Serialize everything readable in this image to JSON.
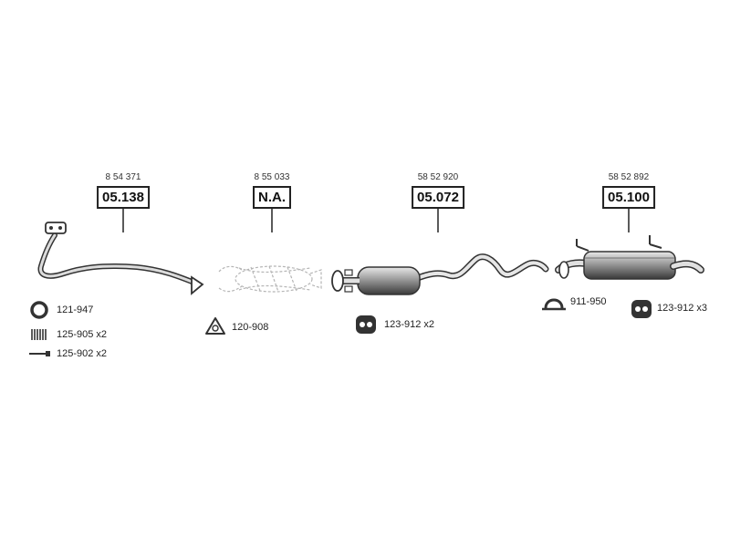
{
  "sections": [
    {
      "oem_number": "8 54 371",
      "part_number": "05.138",
      "component_icon": "front-pipe-icon",
      "accessories": [
        {
          "icon": "gasket-ring-icon",
          "label": "121-947"
        },
        {
          "icon": "spring-icon",
          "label": "125-905 x2"
        },
        {
          "icon": "bolt-icon",
          "label": "125-902 x2"
        }
      ]
    },
    {
      "oem_number": "8 55 033",
      "part_number": "N.A.",
      "component_icon": "catalytic-converter-icon",
      "accessories": [
        {
          "icon": "flange-gasket-icon",
          "label": "120-908"
        }
      ]
    },
    {
      "oem_number": "58 52 920",
      "part_number": "05.072",
      "component_icon": "middle-silencer-icon",
      "accessories": [
        {
          "icon": "rubber-hanger-icon",
          "label": "123-912 x2"
        }
      ]
    },
    {
      "oem_number": "58 52 892",
      "part_number": "05.100",
      "component_icon": "rear-silencer-icon",
      "accessories": [
        {
          "icon": "clamp-icon",
          "label": "911-950"
        },
        {
          "icon": "rubber-hanger-icon",
          "label": "123-912 x3"
        }
      ]
    }
  ]
}
